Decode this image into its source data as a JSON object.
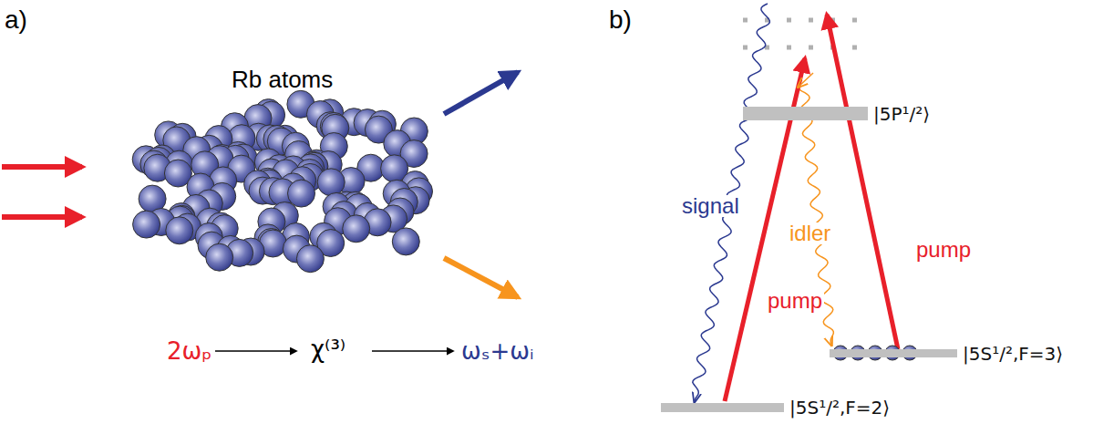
{
  "diagram": {
    "nodes": [
      {
        "text": [
          "|5P¹/²⟩"
        ]
      },
      {
        "text": [
          "|5S¹/²,F=3⟩"
        ]
      },
      {
        "text": [
          "|5S¹/²,F=2⟩"
        ]
      }
    ],
    "labels": [
      "a)",
      "Rb atoms",
      "2ωₚ",
      "χ⁽³⁾",
      "ωₛ+ωᵢ",
      "b)",
      "signal",
      "idler",
      "pump",
      "pump"
    ]
  }
}
